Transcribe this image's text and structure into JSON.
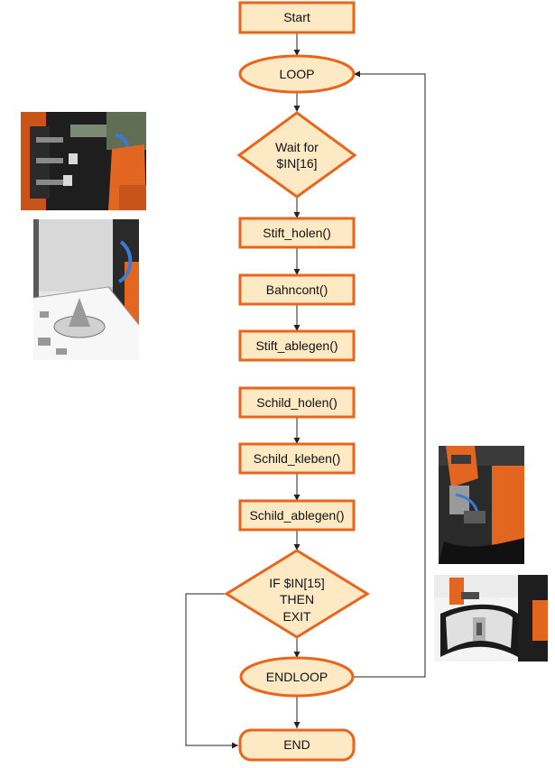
{
  "colors": {
    "node_fill": "#FDE9C4",
    "node_stroke": "#E8651B",
    "edge": "#222222",
    "robot_orange": "#E2661F",
    "dark": "#2A2A2A",
    "hose": "#3B7BD6"
  },
  "nodes": {
    "start": "Start",
    "loop": "LOOP",
    "wait": [
      "Wait for",
      "$IN[16]"
    ],
    "stift_holen": "Stift_holen()",
    "bahncont": "Bahncont()",
    "stift_ablegen": "Stift_ablegen()",
    "schild_holen": "Schild_holen()",
    "schild_kleben": "Schild_kleben()",
    "schild_ablegen": "Schild_ablegen()",
    "if": [
      "IF $IN[15]",
      "THEN",
      "EXIT"
    ],
    "endloop": "ENDLOOP",
    "end": "END"
  },
  "photos": [
    {
      "name": "robot-gripper-photo"
    },
    {
      "name": "robot-pen-drawing-photo"
    },
    {
      "name": "robot-sign-gripper-photo"
    },
    {
      "name": "robot-sign-gluing-photo"
    }
  ]
}
